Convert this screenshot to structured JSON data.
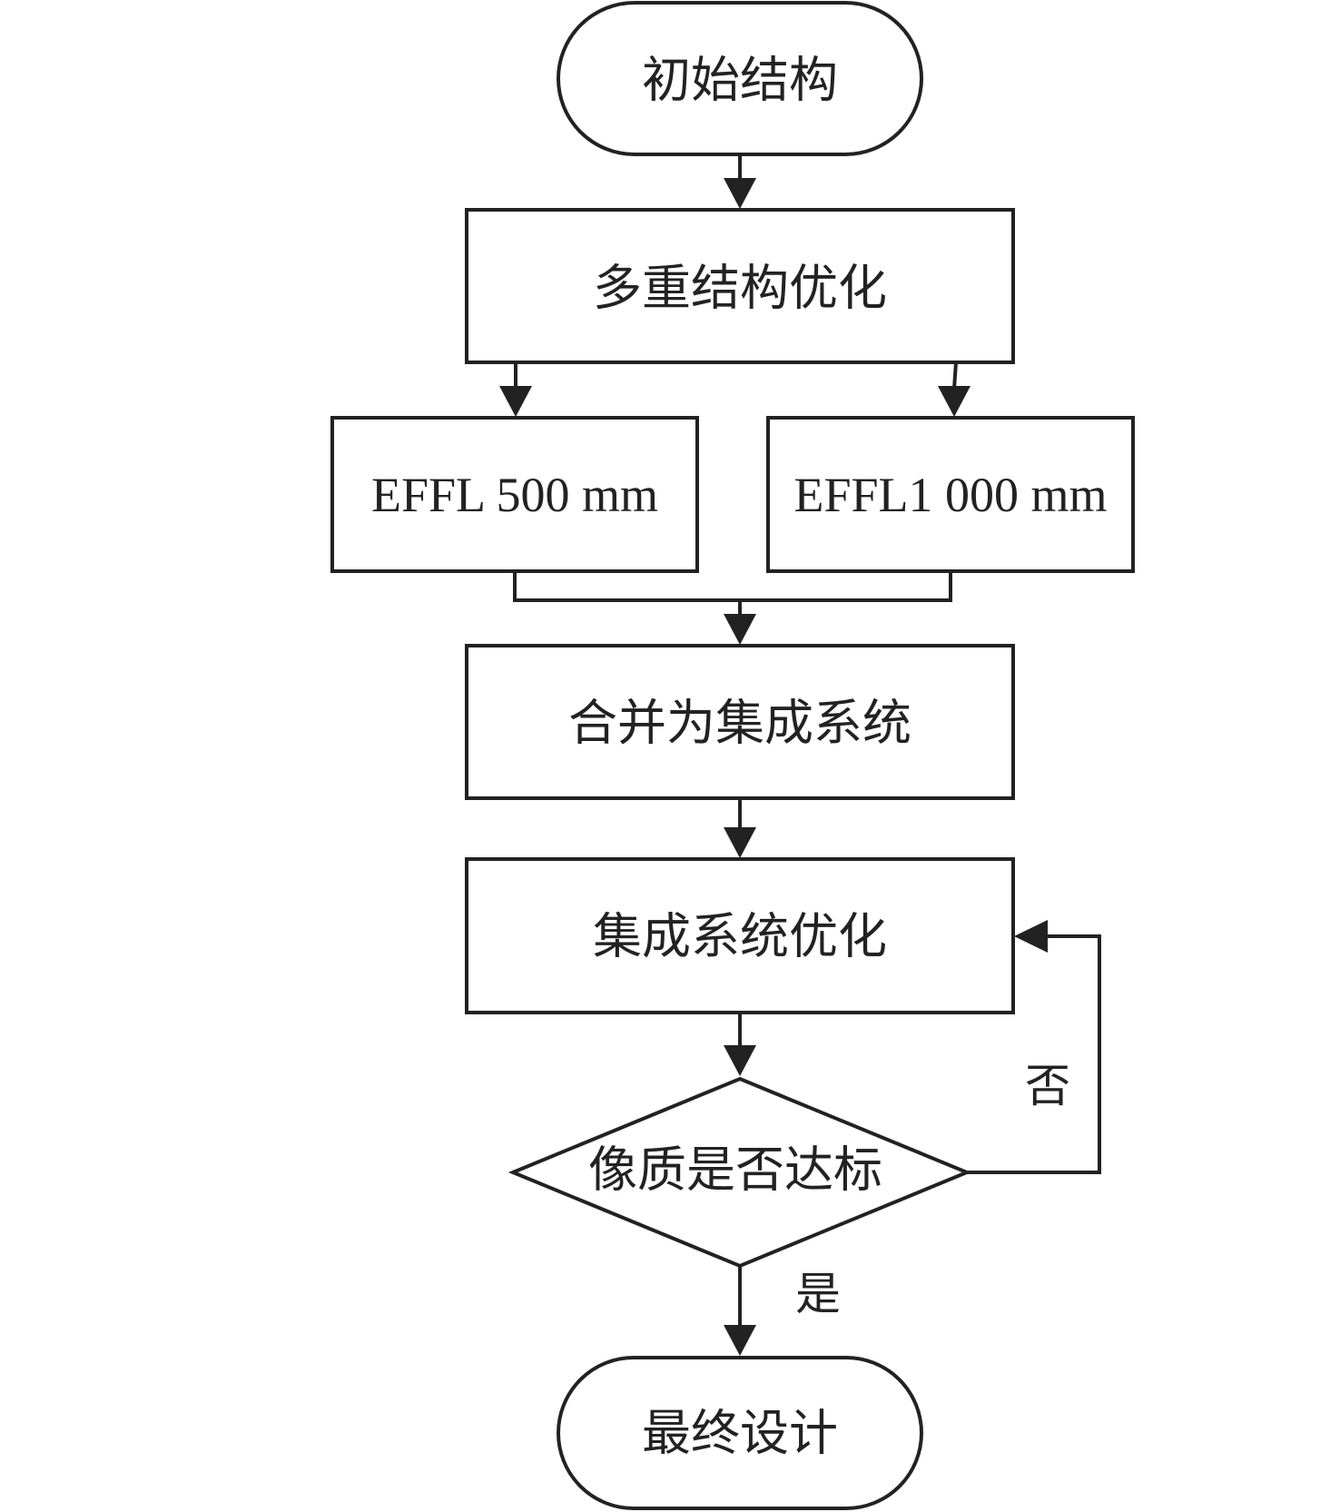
{
  "nodes": {
    "start": "初始结构",
    "multi_config": "多重结构优化",
    "effl_500": "EFFL 500 mm",
    "effl_1000": "EFFL1 000 mm",
    "merge": "合并为集成系统",
    "integrated_opt": "集成系统优化",
    "decision": "像质是否达标",
    "end": "最终设计"
  },
  "edges": {
    "no_label": "否",
    "yes_label": "是"
  }
}
